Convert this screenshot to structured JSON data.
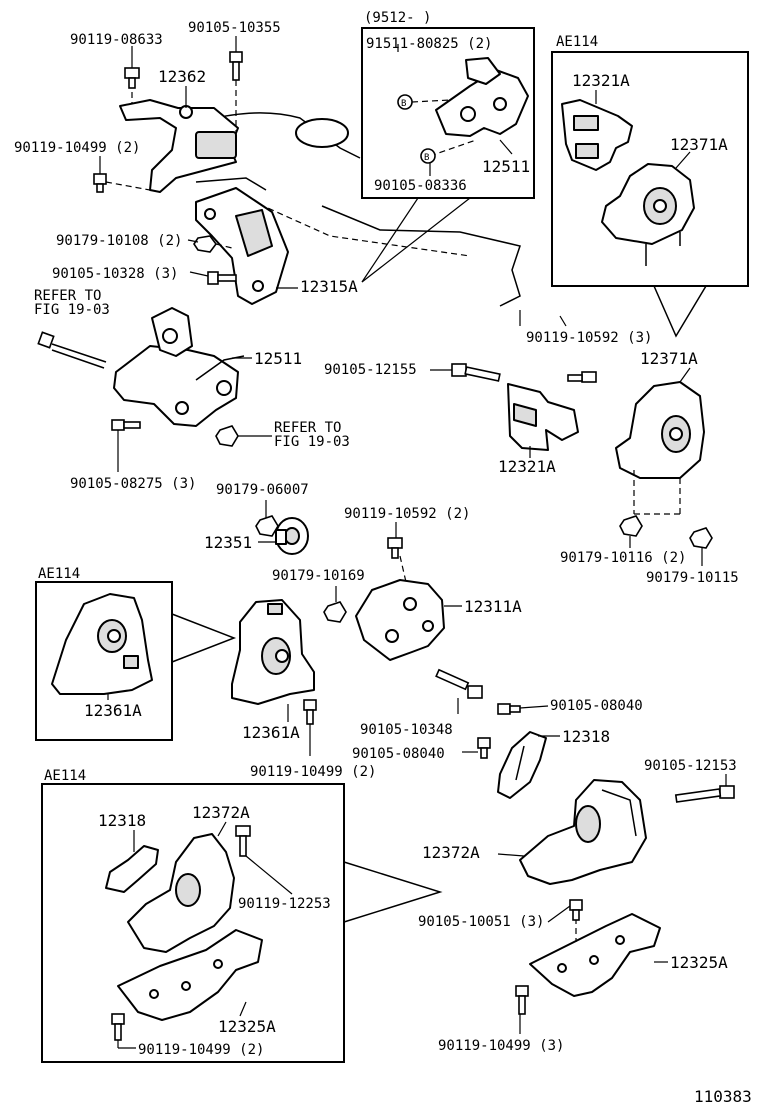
{
  "diagram_id": "110383",
  "labels": {
    "p90119_08633": "90119-08633",
    "p90105_10355": "90105-10355",
    "p12362": "12362",
    "p90119_10499_2_top": "90119-10499 (2)",
    "p90179_10108_2": "90179-10108 (2)",
    "p90105_10328_3": "90105-10328 (3)",
    "p12315A": "12315A",
    "refer_fig_1_l1": "REFER TO",
    "refer_fig_1_l2": "FIG 19-03",
    "p12511_left": "12511",
    "refer_fig_2_l1": "REFER TO",
    "refer_fig_2_l2": "FIG 19-03",
    "p90105_08275_3": "90105-08275 (3)",
    "inset_9512": "(9512-      )",
    "p91511_80825_2": "91511-80825 (2)",
    "p12511_inset": "12511",
    "p90105_08336": "90105-08336",
    "ae114_top_right": "AE114",
    "p12321A_inset": "12321A",
    "p12371A_inset": "12371A",
    "p90119_10592_3": "90119-10592 (3)",
    "p12371A": "12371A",
    "p90105_12155": "90105-12155",
    "p12321A": "12321A",
    "p90179_10116_2": "90179-10116 (2)",
    "p90179_10115": "90179-10115",
    "p90179_06007": "90179-06007",
    "p12351": "12351",
    "p90119_10592_2": "90119-10592 (2)",
    "ae114_mid_left": "AE114",
    "p12361A_inset": "12361A",
    "p90179_10169": "90179-10169",
    "p12311A": "12311A",
    "p12361A": "12361A",
    "p90119_10499_2_mid": "90119-10499 (2)",
    "p90105_10348": "90105-10348",
    "p90105_08040_a": "90105-08040",
    "p90105_08040_b": "90105-08040",
    "p12318": "12318",
    "p90105_12153": "90105-12153",
    "ae114_bottom_left": "AE114",
    "p12318_inset": "12318",
    "p12372A_inset": "12372A",
    "p90119_12253": "90119-12253",
    "p12325A_inset": "12325A",
    "p90119_10499_2_bottom": "90119-10499 (2)",
    "p12372A": "12372A",
    "p90105_10051_3": "90105-10051 (3)",
    "p12325A": "12325A",
    "p90119_10499_3": "90119-10499 (3)"
  }
}
